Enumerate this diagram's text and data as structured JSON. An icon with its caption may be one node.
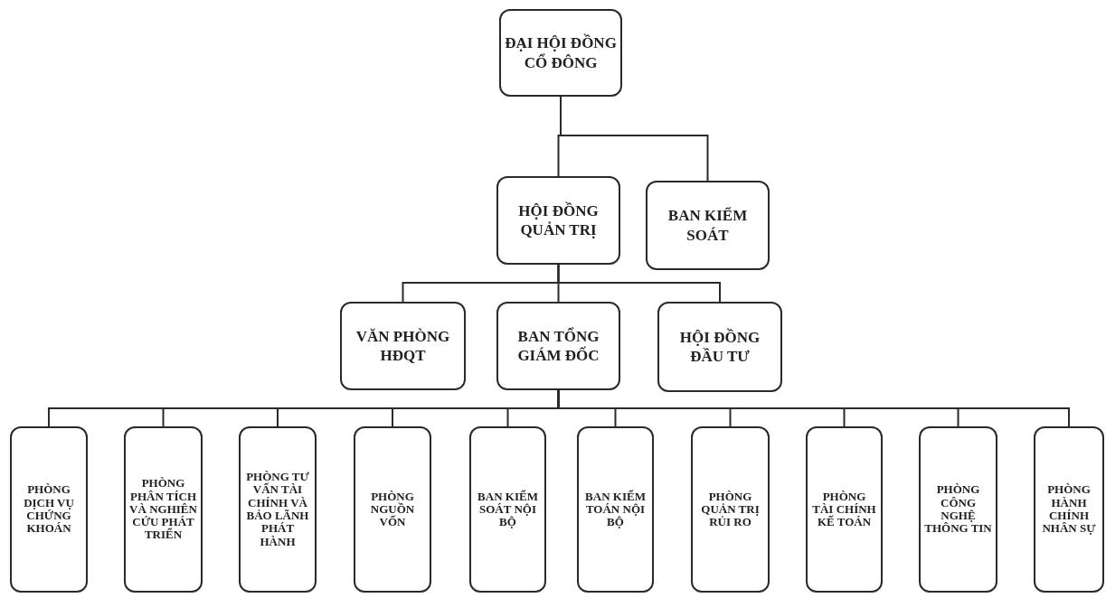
{
  "diagram": {
    "nodes": [
      {
        "text": [
          "ĐẠI HỘI ĐỒNG CỔ ĐÔNG"
        ]
      },
      {
        "text": [
          "HỘI ĐỒNG QUẢN TRỊ"
        ]
      },
      {
        "text": [
          "BAN KIỂM SOÁT"
        ]
      },
      {
        "text": [
          "VĂN PHÒNG HĐQT"
        ]
      },
      {
        "text": [
          "BAN TỔNG GIÁM ĐỐC"
        ]
      },
      {
        "text": [
          "HỘI ĐỒNG ĐẦU TƯ"
        ]
      },
      {
        "text": [
          "PHÒNG DỊCH VỤ CHỨNG KHOÁN"
        ]
      },
      {
        "text": [
          "PHÒNG PHÂN TÍCH VÀ NGHIÊN CỨU PHÁT TRIỂN"
        ]
      },
      {
        "text": [
          "PHÒNG TƯ VẤN TÀI CHÍNH VÀ BẢO LÃNH PHÁT HÀNH"
        ]
      },
      {
        "text": [
          "PHÒNG NGUỒN VỐN"
        ]
      },
      {
        "text": [
          "BAN KIỂM SOÁT NỘI BỘ"
        ]
      },
      {
        "text": [
          "BAN KIỂM TOÁN NỘI BỘ"
        ]
      },
      {
        "text": [
          "PHÒNG QUẢN TRỊ RỦI RO"
        ]
      },
      {
        "text": [
          "PHÒNG TÀI CHÍNH KẾ TOÁN"
        ]
      },
      {
        "text": [
          "PHÒNG CÔNG NGHỆ THÔNG TIN"
        ]
      },
      {
        "text": [
          "PHÒNG HÀNH CHÍNH NHÂN SỰ"
        ]
      }
    ],
    "edges": [
      {
        "from": 0,
        "to": 1,
        "arrow": "none"
      },
      {
        "from": 0,
        "to": 2,
        "arrow": "none"
      },
      {
        "from": 1,
        "to": 3,
        "arrow": "none"
      },
      {
        "from": 1,
        "to": 4,
        "arrow": "none"
      },
      {
        "from": 1,
        "to": 5,
        "arrow": "none"
      },
      {
        "from": 4,
        "to": 6,
        "arrow": "none"
      },
      {
        "from": 4,
        "to": 7,
        "arrow": "none"
      },
      {
        "from": 4,
        "to": 8,
        "arrow": "none"
      },
      {
        "from": 4,
        "to": 9,
        "arrow": "none"
      },
      {
        "from": 4,
        "to": 10,
        "arrow": "none"
      },
      {
        "from": 4,
        "to": 11,
        "arrow": "none"
      },
      {
        "from": 4,
        "to": 12,
        "arrow": "none"
      },
      {
        "from": 4,
        "to": 13,
        "arrow": "none"
      },
      {
        "from": 4,
        "to": 14,
        "arrow": "none"
      },
      {
        "from": 4,
        "to": 15,
        "arrow": "none"
      }
    ]
  }
}
